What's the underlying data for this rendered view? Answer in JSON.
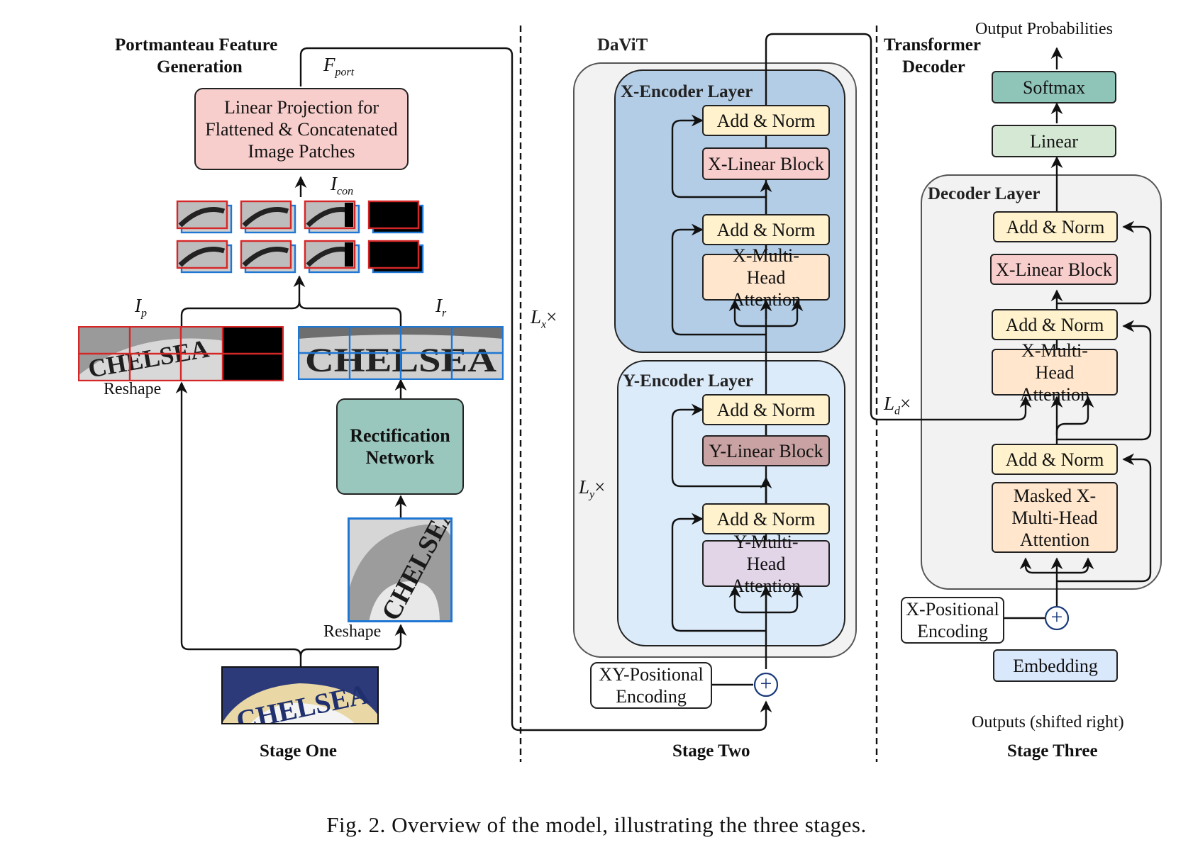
{
  "stage1": {
    "title_line1": "Portmanteau Feature",
    "title_line2": "Generation",
    "linear_projection": "Linear Projection for Flattened & Concatenated Image Patches",
    "f_port_symbol": "F",
    "f_port_sub": "port",
    "i_con_symbol": "I",
    "i_con_sub": "con",
    "i_p_symbol": "I",
    "i_p_sub": "p",
    "i_r_symbol": "I",
    "i_r_sub": "r",
    "reshape_left": "Reshape",
    "reshape_right": "Reshape",
    "rectification": "Rectification Network",
    "image_word": "CHELSEA",
    "stage_label": "Stage One"
  },
  "stage2": {
    "title": "DaViT",
    "x_encoder_label": "X-Encoder Layer",
    "y_encoder_label": "Y-Encoder Layer",
    "x_add_norm_top": "Add & Norm",
    "x_linear": "X-Linear Block",
    "x_add_norm_bottom": "Add & Norm",
    "x_mha": "X-Multi-Head Attention",
    "y_add_norm_top": "Add & Norm",
    "y_linear": "Y-Linear Block",
    "y_add_norm_bottom": "Add & Norm",
    "y_mha": "Y-Multi-Head Attention",
    "lx_symbol": "L",
    "lx_sub": "x",
    "ly_symbol": "L",
    "ly_sub": "y",
    "times": "×",
    "xy_pos": "XY-Positional Encoding",
    "stage_label": "Stage Two"
  },
  "stage3": {
    "title_line1": "Transformer",
    "title_line2": "Decoder",
    "output_probabilities": "Output Probabilities",
    "softmax": "Softmax",
    "linear": "Linear",
    "decoder_layer": "Decoder Layer",
    "add_norm_1": "Add & Norm",
    "x_linear": "X-Linear Block",
    "add_norm_2": "Add & Norm",
    "x_mha": "X-Multi-Head Attention",
    "add_norm_3": "Add & Norm",
    "masked_mha": "Masked X-Multi-Head Attention",
    "x_pos": "X-Positional Encoding",
    "embedding": "Embedding",
    "outputs_shifted": "Outputs (shifted right)",
    "ld_symbol": "L",
    "ld_sub": "d",
    "times": "×",
    "stage_label": "Stage Three"
  },
  "plus_symbol": "+",
  "caption": "Fig. 2.  Overview of the model, illustrating the three stages.",
  "colors": {
    "pink": "#f8cecc",
    "teal": "#9ac7bd",
    "cream": "#fff2cc",
    "peach": "#ffe6cc",
    "purple": "#e1d5e7",
    "rose": "#c9a3a3",
    "softmax": "#8fc4b8",
    "linear_green": "#d5e8d4",
    "embedding_blue": "#dae8fc",
    "x_encoder_bg": "#b4cde6",
    "y_encoder_bg": "#dcebfa",
    "gray_bg": "#f2f2f2",
    "red_border": "#d62728",
    "blue_border": "#1f77d4"
  }
}
